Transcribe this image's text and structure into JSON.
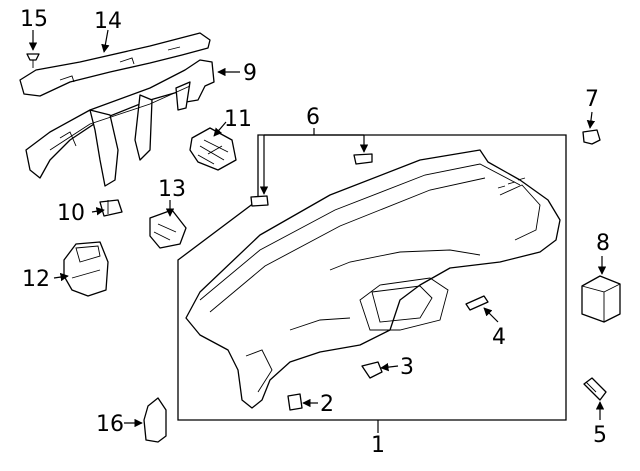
{
  "diagram": {
    "line_color": "#000000",
    "background": "#ffffff",
    "callouts": [
      {
        "id": "c1",
        "label": "1"
      },
      {
        "id": "c2",
        "label": "2"
      },
      {
        "id": "c3",
        "label": "3"
      },
      {
        "id": "c4",
        "label": "4"
      },
      {
        "id": "c5",
        "label": "5"
      },
      {
        "id": "c6",
        "label": "6"
      },
      {
        "id": "c7",
        "label": "7"
      },
      {
        "id": "c8",
        "label": "8"
      },
      {
        "id": "c9",
        "label": "9"
      },
      {
        "id": "c10",
        "label": "10"
      },
      {
        "id": "c11",
        "label": "11"
      },
      {
        "id": "c12",
        "label": "12"
      },
      {
        "id": "c13",
        "label": "13"
      },
      {
        "id": "c14",
        "label": "14"
      },
      {
        "id": "c15",
        "label": "15"
      },
      {
        "id": "c16",
        "label": "16"
      }
    ]
  }
}
